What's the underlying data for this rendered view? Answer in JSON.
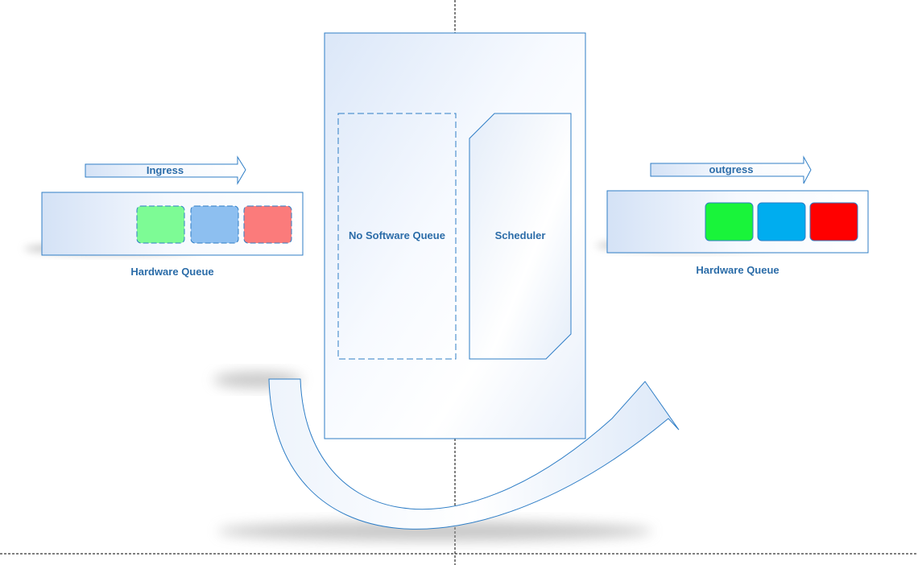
{
  "ingress": {
    "label": "Ingress"
  },
  "outgress": {
    "label": "outgress"
  },
  "left_queue": {
    "label": "Hardware Queue",
    "packets": [
      {
        "color": "#7dfb95",
        "style": "dashed"
      },
      {
        "color": "#8dbff0",
        "style": "dashed"
      },
      {
        "color": "#fb7b7b",
        "style": "dashed"
      }
    ]
  },
  "right_queue": {
    "label": "Hardware Queue",
    "packets": [
      {
        "color": "#19f43a",
        "style": "solid"
      },
      {
        "color": "#00adef",
        "style": "solid"
      },
      {
        "color": "#ff0000",
        "style": "solid"
      }
    ]
  },
  "center": {
    "software_queue_label": "No Software Queue",
    "scheduler_label": "Scheduler"
  },
  "colors": {
    "stroke": "#2f7ec6",
    "text": "#2b6ca8",
    "fill_light": "#f6f9fe",
    "fill_dark": "#d6e4f7"
  }
}
